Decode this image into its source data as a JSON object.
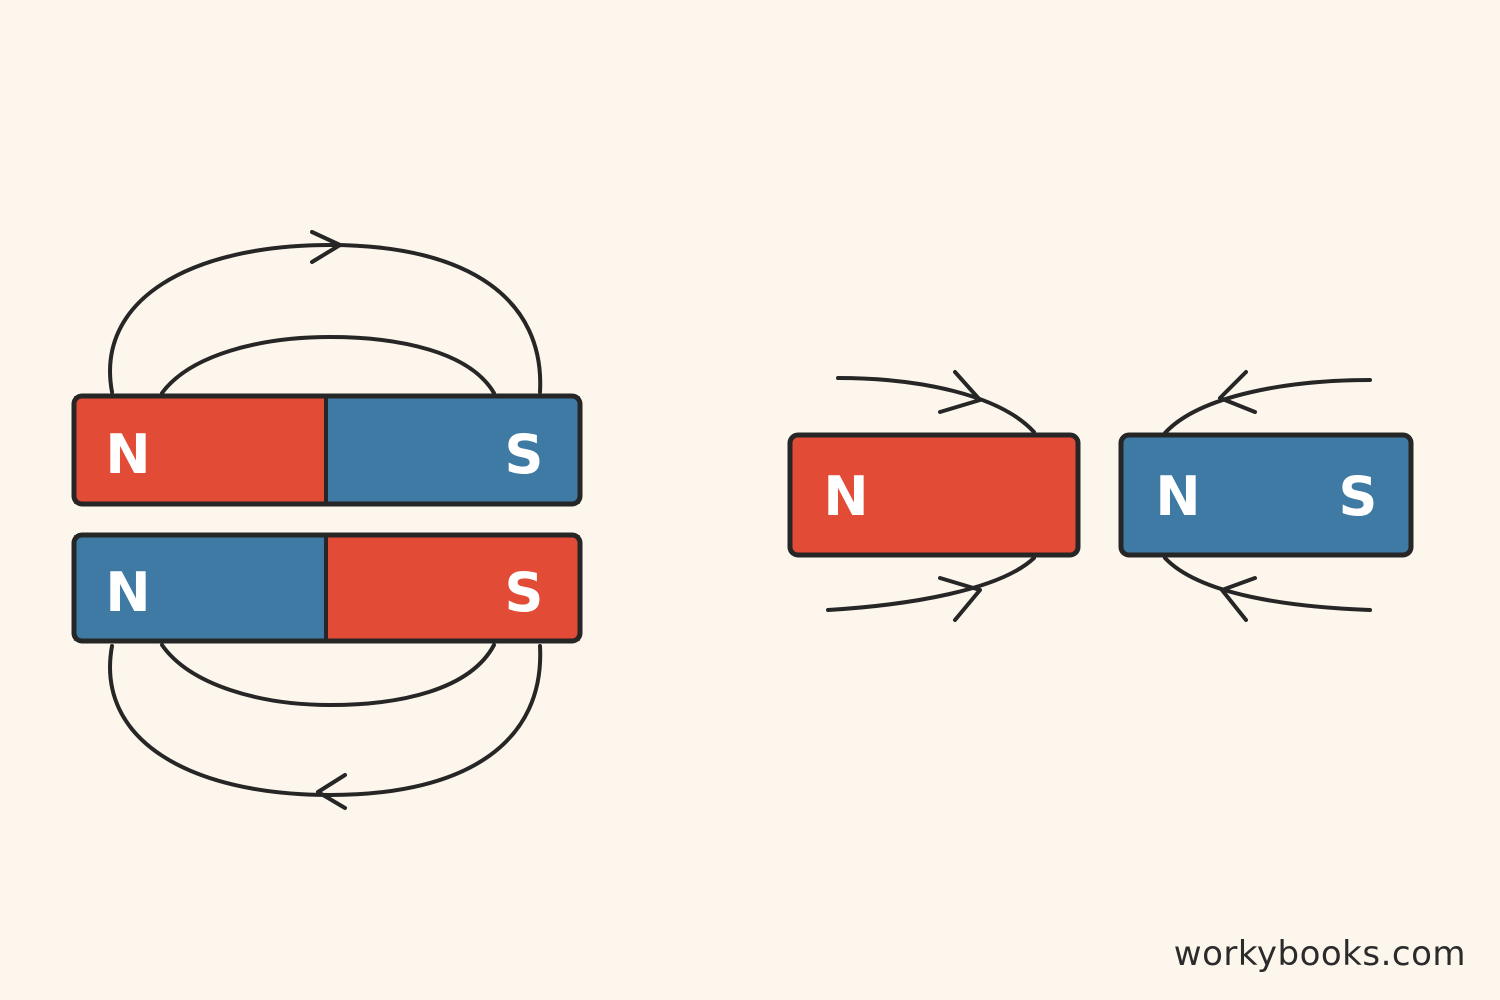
{
  "colors": {
    "background": "#fdf6ec",
    "red_pole": "#e24b36",
    "blue_pole": "#3f7aa5",
    "outline": "#262626",
    "label": "#ffffff"
  },
  "left_group": {
    "top_magnet": {
      "left_pole": "N",
      "right_pole": "S",
      "left_color": "red",
      "right_color": "blue"
    },
    "bottom_magnet": {
      "left_pole": "N",
      "right_pole": "S",
      "left_color": "blue",
      "right_color": "red"
    }
  },
  "right_group": {
    "red_magnet": {
      "pole": "N",
      "color": "red"
    },
    "blue_magnet": {
      "left_pole": "N",
      "right_pole": "S",
      "color": "blue"
    }
  },
  "watermark": "workybooks.com"
}
